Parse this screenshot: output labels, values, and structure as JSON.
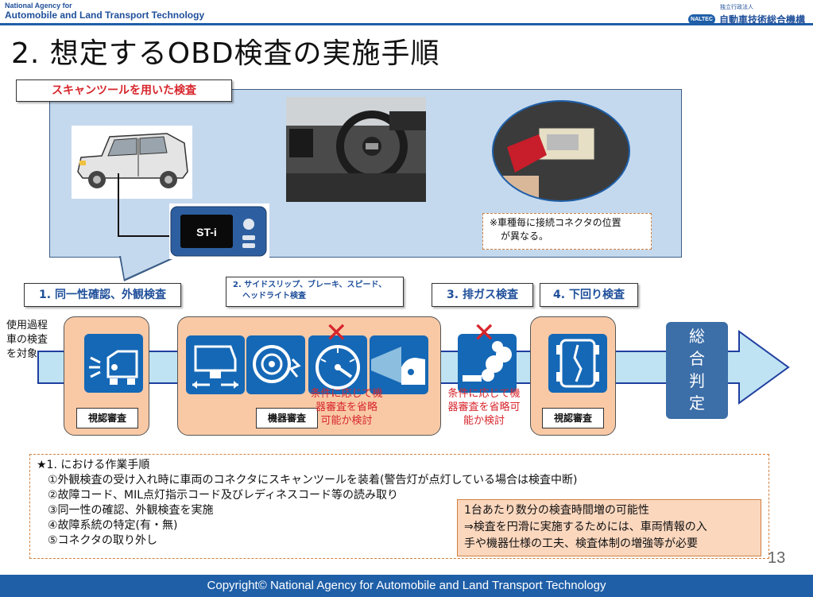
{
  "header": {
    "org_en_line1": "National Agency for",
    "org_en_line2": "Automobile and Land Transport Technology",
    "org_jp_small": "独立行政法人",
    "org_jp_logo": "NALTEC",
    "org_jp_name": "自動車技術総合機構"
  },
  "title": "2. 想定するOBD検査の実施手順",
  "callout": {
    "label": "スキャンツールを用いた検査",
    "scanner_brand": "ST-i",
    "note_line1": "※車種毎に接続コネクタの位置",
    "note_line2": "が異なる。"
  },
  "steps": {
    "step1": "1. 同一性確認、外観検査",
    "step2_line1": "2. サイドスリップ、ブレーキ、スピード、",
    "step2_line2": "ヘッドライト検査",
    "step3": "3. 排ガス検査",
    "step4": "4. 下回り検査"
  },
  "target_text": [
    "使用過程",
    "車の検査",
    "を対象"
  ],
  "groups": {
    "g1_label": "視認審査",
    "g2_label": "機器審査",
    "g3_label": "視認審査"
  },
  "conditions": {
    "c1": [
      "条件に応じて機",
      "器審査を省略",
      "可能か検討"
    ],
    "c2": [
      "条件に応じて機",
      "器審査を省略可",
      "能か検討"
    ]
  },
  "sogo": [
    "総",
    "合",
    "判",
    "定"
  ],
  "notes": {
    "head": "★1. における作業手順",
    "items": [
      "①外観検査の受け入れ時に車両のコネクタにスキャンツールを装着(警告灯が点灯している場合は検査中断)",
      "②故障コード、MIL点灯指示コード及びレディネスコード等の読み取り",
      "③同一性の確認、外観検査を実施",
      "④故障系統の特定(有・無)",
      "⑤コネクタの取り外し"
    ]
  },
  "impact": [
    "1台あたり数分の検査時間増の可能性",
    "⇒検査を円滑に実施するためには、車両情報の入",
    "手や機器仕様の工夫、検査体制の増強等が必要"
  ],
  "page_number": "13",
  "footer": "Copyright© National Agency for Automobile and Land Transport Technology",
  "colors": {
    "brand_blue": "#1f5fa8",
    "callout_bg": "#c5d9ee",
    "group_bg": "#f9c9a6",
    "icon_blue": "#1568b6",
    "alert_red": "#d7262c"
  }
}
